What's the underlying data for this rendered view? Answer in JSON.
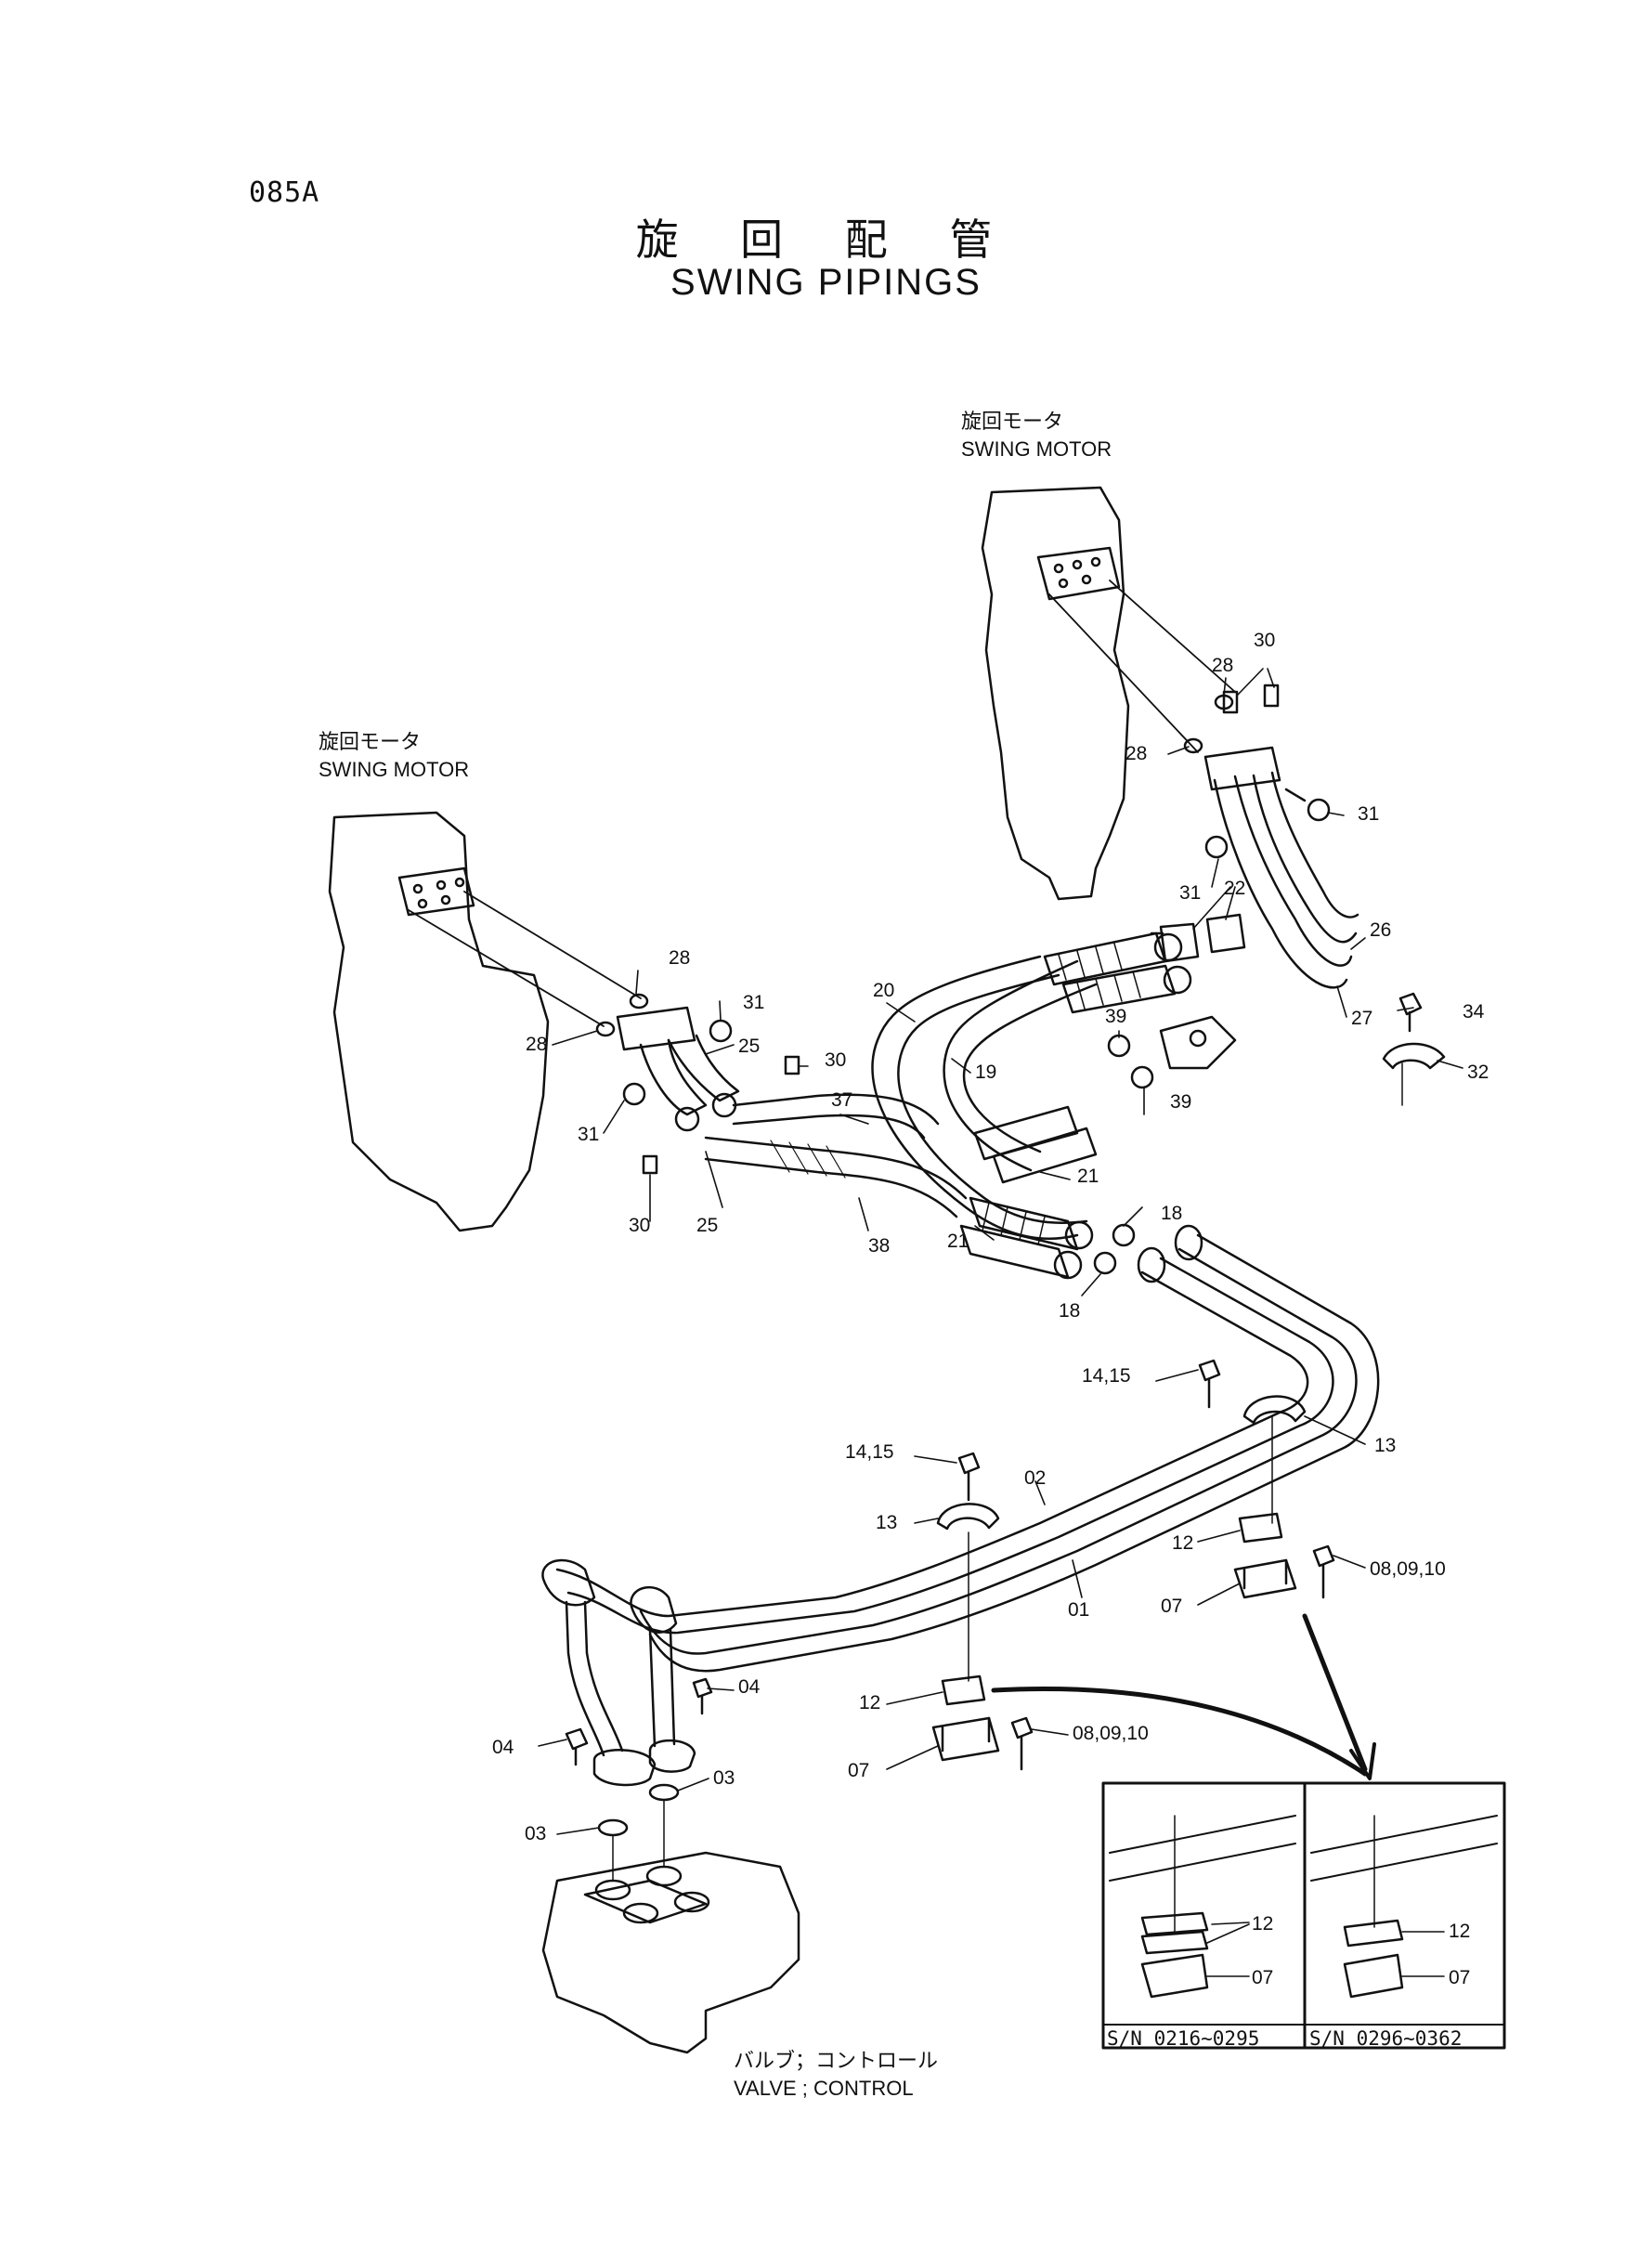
{
  "page_code": "085A",
  "title_jp": "旋 回 配 管",
  "title_en": "SWING PIPINGS",
  "labels": {
    "swing_motor_right_jp": "旋回モータ",
    "swing_motor_right_en": "SWING MOTOR",
    "swing_motor_left_jp": "旋回モータ",
    "swing_motor_left_en": "SWING MOTOR",
    "valve_jp": "バルブ；コントロール",
    "valve_en": "VALVE ; CONTROL"
  },
  "callouts": {
    "c30_top": "30",
    "c28_a": "28",
    "c28_b": "28",
    "c31_right_a": "31",
    "c31_right_b": "31",
    "c22": "22",
    "c26": "26",
    "c27": "27",
    "c34": "34",
    "c32": "32",
    "c39_a": "39",
    "c39_b": "39",
    "c20": "20",
    "c19": "19",
    "c37": "37",
    "c38": "38",
    "c21_a": "21",
    "c21_b": "21",
    "c18_a": "18",
    "c18_b": "18",
    "c28_left_a": "28",
    "c28_left_b": "28",
    "c31_left_a": "31",
    "c31_left_b": "31",
    "c25_a": "25",
    "c25_b": "25",
    "c30_left_a": "30",
    "c30_left_b": "30",
    "c14_15_a": "14,15",
    "c14_15_b": "14,15",
    "c13_a": "13",
    "c13_b": "13",
    "c02": "02",
    "c01": "01",
    "c12_a": "12",
    "c12_b": "12",
    "c07_a": "07",
    "c07_b": "07",
    "c08_09_10_a": "08,09,10",
    "c08_09_10_b": "08,09,10",
    "c04_a": "04",
    "c04_b": "04",
    "c03_a": "03",
    "c03_b": "03",
    "inset_12_a": "12",
    "inset_07_a": "07",
    "inset_12_b": "12",
    "inset_07_b": "07"
  },
  "inset": {
    "sn_left": "S/N 0216~0295",
    "sn_right": "S/N 0296~0362"
  }
}
